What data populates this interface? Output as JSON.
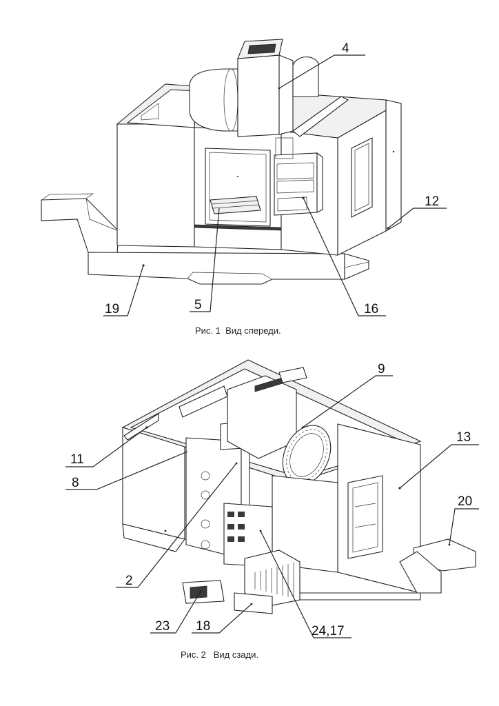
{
  "figure1": {
    "caption": "Рис. 1  Вид спереди.",
    "callouts": [
      {
        "id": "c1-4",
        "text": "4"
      },
      {
        "id": "c1-12",
        "text": "12"
      },
      {
        "id": "c1-19",
        "text": "19"
      },
      {
        "id": "c1-5",
        "text": "5"
      },
      {
        "id": "c1-16",
        "text": "16"
      }
    ]
  },
  "figure2": {
    "caption": "Рис. 2   Вид сзади.",
    "callouts": [
      {
        "id": "c2-9",
        "text": "9"
      },
      {
        "id": "c2-13",
        "text": "13"
      },
      {
        "id": "c2-11",
        "text": "11"
      },
      {
        "id": "c2-8",
        "text": "8"
      },
      {
        "id": "c2-20",
        "text": "20"
      },
      {
        "id": "c2-2",
        "text": "2"
      },
      {
        "id": "c2-23",
        "text": "23"
      },
      {
        "id": "c2-18",
        "text": "18"
      },
      {
        "id": "c2-2417",
        "text": "24,17"
      }
    ]
  }
}
